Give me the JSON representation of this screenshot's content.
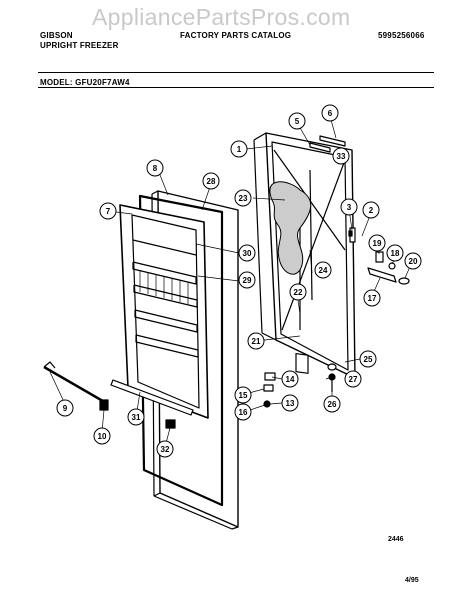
{
  "watermark": "AppliancePartsPros.com",
  "header": {
    "brand": "GIBSON",
    "product": "UPRIGHT FREEZER",
    "catalog_title": "FACTORY PARTS CATALOG",
    "part_number": "5995256066"
  },
  "model_line": "MODEL: GFU20F7AW4",
  "footer": {
    "code": "2446",
    "date": "4/95"
  },
  "callouts": [
    "1",
    "2",
    "3",
    "5",
    "6",
    "7",
    "8",
    "9",
    "10",
    "13",
    "14",
    "15",
    "16",
    "17",
    "18",
    "19",
    "20",
    "21",
    "22",
    "23",
    "24",
    "25",
    "26",
    "27",
    "28",
    "29",
    "30",
    "31",
    "32",
    "33"
  ]
}
